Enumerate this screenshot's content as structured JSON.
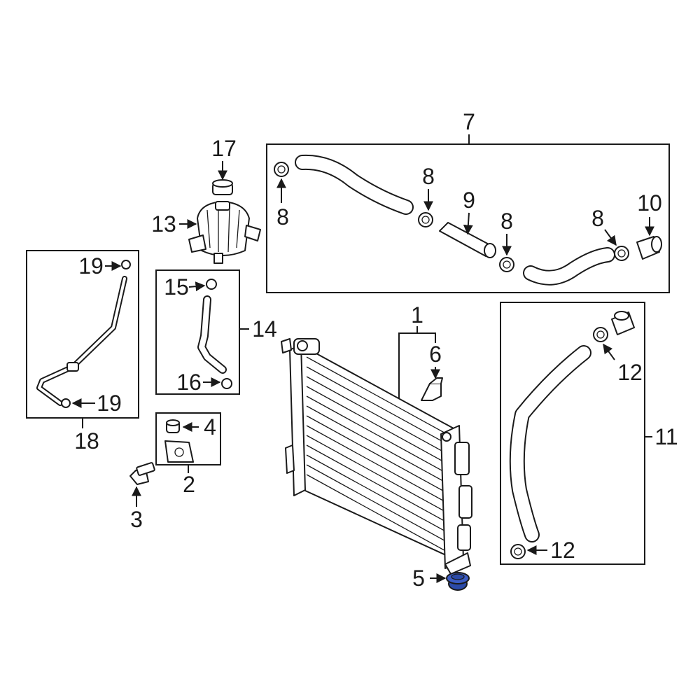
{
  "callouts": {
    "c1": "1",
    "c2": "2",
    "c3": "3",
    "c4": "4",
    "c5": "5",
    "c6": "6",
    "c7": "7",
    "c8a": "8",
    "c8b": "8",
    "c8c": "8",
    "c8d": "8",
    "c9": "9",
    "c10": "10",
    "c11": "11",
    "c12a": "12",
    "c12b": "12",
    "c13": "13",
    "c14": "14",
    "c15": "15",
    "c16": "16",
    "c17": "17",
    "c18": "18",
    "c19a": "19",
    "c19b": "19"
  },
  "colors": {
    "line": "#1a1a1a",
    "highlight_part": "#2b4aa8",
    "background": "#ffffff"
  }
}
